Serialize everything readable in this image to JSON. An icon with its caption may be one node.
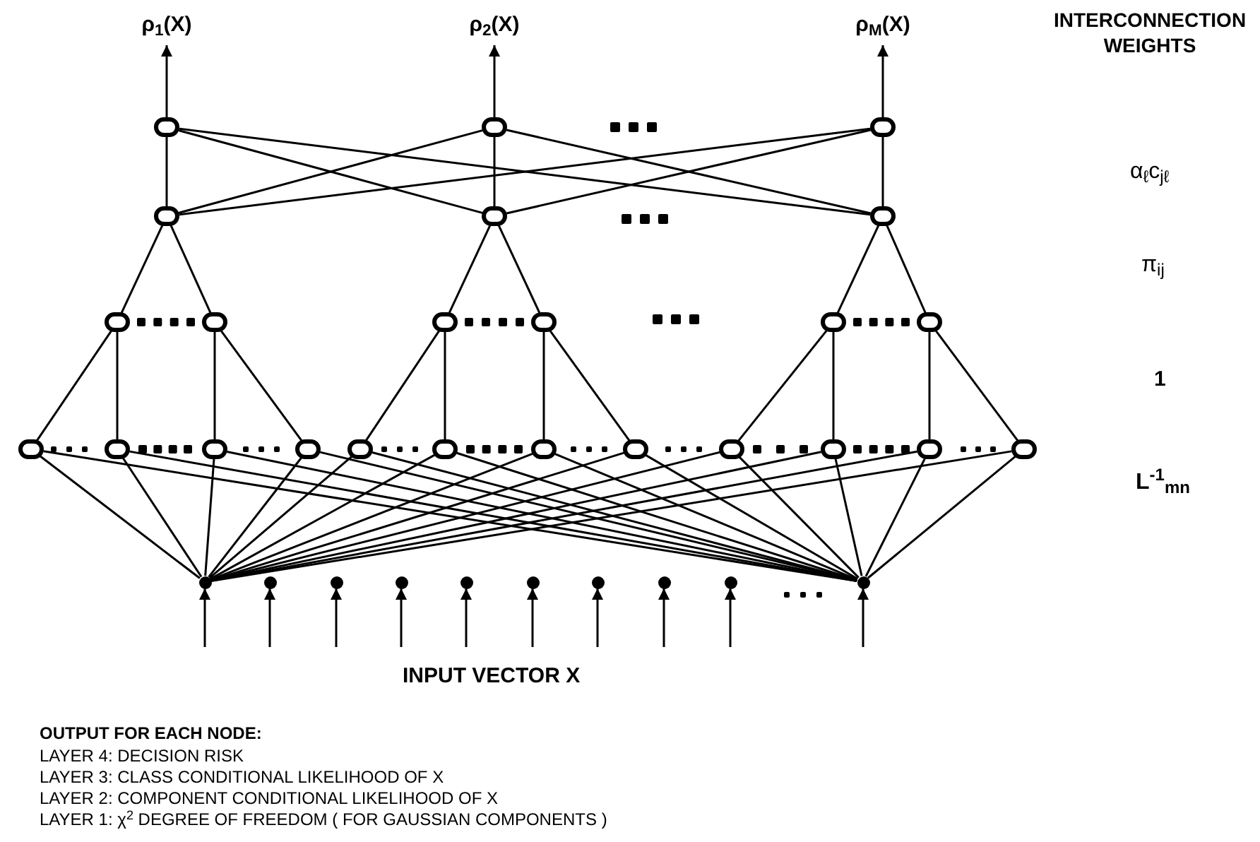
{
  "diagram": {
    "nodes": [
      {
        "text": [
          "ρ$_{1}$(X)"
        ]
      },
      {
        "text": [
          "ρ$_{2}$(X)"
        ]
      },
      {
        "text": [
          "ρ$_{M}$(X)"
        ]
      },
      {
        "text": [],
        "shape": "circle"
      },
      {
        "text": [],
        "shape": "circle"
      },
      {
        "text": [],
        "shape": "circle"
      },
      {
        "text": [],
        "shape": "circle"
      },
      {
        "text": [],
        "shape": "circle"
      },
      {
        "text": [],
        "shape": "circle"
      },
      {
        "text": [],
        "shape": "circle"
      },
      {
        "text": [],
        "shape": "circle"
      },
      {
        "text": [],
        "shape": "circle"
      },
      {
        "text": [],
        "shape": "circle"
      },
      {
        "text": [],
        "shape": "circle"
      },
      {
        "text": [],
        "shape": "circle"
      },
      {
        "text": [],
        "shape": "circle"
      },
      {
        "text": [],
        "shape": "circle"
      },
      {
        "text": [],
        "shape": "circle"
      },
      {
        "text": [],
        "shape": "circle"
      },
      {
        "text": [],
        "shape": "circle"
      },
      {
        "text": [],
        "shape": "circle"
      },
      {
        "text": [],
        "shape": "circle"
      },
      {
        "text": [],
        "shape": "circle"
      },
      {
        "text": [],
        "shape": "circle"
      },
      {
        "text": [],
        "shape": "circle"
      },
      {
        "text": [],
        "shape": "circle"
      },
      {
        "text": [],
        "shape": "circle"
      },
      {
        "text": [],
        "shape": "dot"
      },
      {
        "text": [],
        "shape": "dot"
      },
      {
        "text": [],
        "shape": "dot"
      },
      {
        "text": [],
        "shape": "dot"
      },
      {
        "text": [],
        "shape": "dot"
      },
      {
        "text": [],
        "shape": "dot"
      },
      {
        "text": [],
        "shape": "dot"
      },
      {
        "text": [],
        "shape": "dot"
      },
      {
        "text": [],
        "shape": "dot"
      },
      {
        "text": [],
        "shape": "dot"
      }
    ],
    "edges": [
      {
        "from": 3,
        "to": 0,
        "arrow": "to"
      },
      {
        "from": 4,
        "to": 1,
        "arrow": "to"
      },
      {
        "from": 5,
        "to": 2,
        "arrow": "to"
      },
      {
        "from": 6,
        "to": 3,
        "arrow": "none"
      },
      {
        "from": 6,
        "to": 4,
        "arrow": "none"
      },
      {
        "from": 6,
        "to": 5,
        "arrow": "none"
      },
      {
        "from": 7,
        "to": 3,
        "arrow": "none"
      },
      {
        "from": 7,
        "to": 4,
        "arrow": "none"
      },
      {
        "from": 7,
        "to": 5,
        "arrow": "none"
      },
      {
        "from": 8,
        "to": 3,
        "arrow": "none"
      },
      {
        "from": 8,
        "to": 4,
        "arrow": "none"
      },
      {
        "from": 8,
        "to": 5,
        "arrow": "none"
      },
      {
        "from": 9,
        "to": 6,
        "arrow": "none"
      },
      {
        "from": 10,
        "to": 6,
        "arrow": "none"
      },
      {
        "from": 11,
        "to": 7,
        "arrow": "none"
      },
      {
        "from": 12,
        "to": 7,
        "arrow": "none"
      },
      {
        "from": 13,
        "to": 8,
        "arrow": "none"
      },
      {
        "from": 14,
        "to": 8,
        "arrow": "none"
      },
      {
        "from": 15,
        "to": 9,
        "arrow": "none"
      },
      {
        "from": 16,
        "to": 9,
        "arrow": "none"
      },
      {
        "from": 17,
        "to": 10,
        "arrow": "none"
      },
      {
        "from": 18,
        "to": 10,
        "arrow": "none"
      },
      {
        "from": 19,
        "to": 11,
        "arrow": "none"
      },
      {
        "from": 20,
        "to": 11,
        "arrow": "none"
      },
      {
        "from": 21,
        "to": 12,
        "arrow": "none"
      },
      {
        "from": 22,
        "to": 12,
        "arrow": "none"
      },
      {
        "from": 23,
        "to": 13,
        "arrow": "none"
      },
      {
        "from": 24,
        "to": 13,
        "arrow": "none"
      },
      {
        "from": 25,
        "to": 14,
        "arrow": "none"
      },
      {
        "from": 26,
        "to": 14,
        "arrow": "none"
      },
      {
        "from": 27,
        "to": 15,
        "arrow": "none"
      },
      {
        "from": 27,
        "to": 16,
        "arrow": "none"
      },
      {
        "from": 27,
        "to": 17,
        "arrow": "none"
      },
      {
        "from": 27,
        "to": 18,
        "arrow": "none"
      },
      {
        "from": 27,
        "to": 19,
        "arrow": "none"
      },
      {
        "from": 27,
        "to": 20,
        "arrow": "none"
      },
      {
        "from": 27,
        "to": 21,
        "arrow": "none"
      },
      {
        "from": 27,
        "to": 22,
        "arrow": "none"
      },
      {
        "from": 27,
        "to": 23,
        "arrow": "none"
      },
      {
        "from": 27,
        "to": 24,
        "arrow": "none"
      },
      {
        "from": 27,
        "to": 25,
        "arrow": "none"
      },
      {
        "from": 27,
        "to": 26,
        "arrow": "none"
      },
      {
        "from": 36,
        "to": 15,
        "arrow": "none"
      },
      {
        "from": 36,
        "to": 16,
        "arrow": "none"
      },
      {
        "from": 36,
        "to": 17,
        "arrow": "none"
      },
      {
        "from": 36,
        "to": 18,
        "arrow": "none"
      },
      {
        "from": 36,
        "to": 19,
        "arrow": "none"
      },
      {
        "from": 36,
        "to": 20,
        "arrow": "none"
      },
      {
        "from": 36,
        "to": 21,
        "arrow": "none"
      },
      {
        "from": 36,
        "to": 22,
        "arrow": "none"
      },
      {
        "from": 36,
        "to": 23,
        "arrow": "none"
      },
      {
        "from": 36,
        "to": 24,
        "arrow": "none"
      },
      {
        "from": 36,
        "to": 25,
        "arrow": "none"
      },
      {
        "from": 36,
        "to": 26,
        "arrow": "none"
      },
      {
        "from": null,
        "to": 27,
        "arrow": "to"
      },
      {
        "from": null,
        "to": 28,
        "arrow": "to"
      },
      {
        "from": null,
        "to": 29,
        "arrow": "to"
      },
      {
        "from": null,
        "to": 30,
        "arrow": "to"
      },
      {
        "from": null,
        "to": 31,
        "arrow": "to"
      },
      {
        "from": null,
        "to": 32,
        "arrow": "to"
      },
      {
        "from": null,
        "to": 33,
        "arrow": "to"
      },
      {
        "from": null,
        "to": 34,
        "arrow": "to"
      },
      {
        "from": null,
        "to": 35,
        "arrow": "to"
      },
      {
        "from": null,
        "to": 36,
        "arrow": "to"
      }
    ],
    "labels": [
      "INTERCONNECTION WEIGHTS",
      "α$_{ℓ}$c$_{jℓ}$",
      "π$_{ij}$",
      "1",
      "L$^{-1}$$_{mn}$",
      "INPUT VECTOR X",
      "OUTPUT FOR EACH NODE:",
      "LAYER 4: DECISION RISK",
      "LAYER 3: CLASS CONDITIONAL LIKELIHOOD OF X",
      "LAYER 2: COMPONENT CONDITIONAL LIKELIHOOD OF X",
      "LAYER 1: χ$^{2}$ DEGREE OF FREEDOM ( FOR GAUSSIAN COMPONENTS )"
    ]
  }
}
